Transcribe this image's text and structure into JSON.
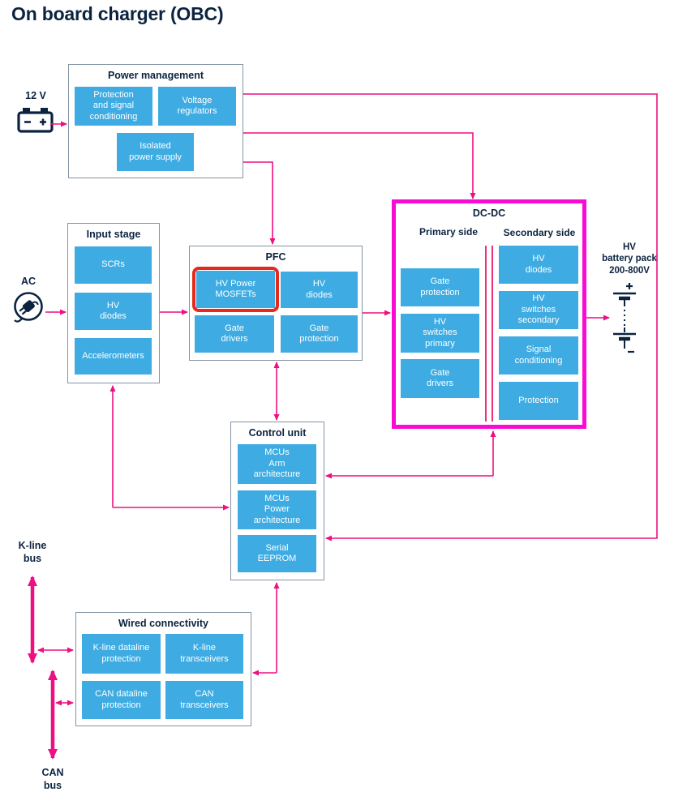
{
  "title": "On board charger (OBC)",
  "labels": {
    "dc12v": "12 V",
    "ac": "AC",
    "hv_battery": "HV\nbattery pack\n200-800V",
    "kline_bus": "K-line\nbus",
    "can_bus": "CAN\nbus"
  },
  "colors": {
    "accent_blue": "#3EACE2",
    "navy_text": "#0C2340",
    "wire_pink": "#EE0F82",
    "dcdc_highlight_magenta": "#FA0BD4",
    "mosfet_highlight_red": "#E5291D",
    "box_border_gray": "#8494A4"
  },
  "icons": {
    "left_top": "battery-12v-icon",
    "left_mid": "ac-plug-icon",
    "right": "hv-battery-pack-icon"
  },
  "groups": {
    "power_management": {
      "title": "Power management",
      "blocks": [
        "Protection\nand signal\nconditioning",
        "Voltage\nregulators",
        "Isolated\npower supply"
      ]
    },
    "input_stage": {
      "title": "Input stage",
      "blocks": [
        "SCRs",
        "HV\ndiodes",
        "Accelerometers"
      ]
    },
    "pfc": {
      "title": "PFC",
      "blocks": [
        "HV Power\nMOSFETs",
        "HV\ndiodes",
        "Gate\ndrivers",
        "Gate\nprotection"
      ],
      "highlighted_block": "HV Power MOSFETs"
    },
    "dcdc": {
      "title": "DC-DC",
      "primary_label": "Primary side",
      "secondary_label": "Secondary side",
      "primary_blocks": [
        "Gate\nprotection",
        "HV\nswitches\nprimary",
        "Gate\ndrivers"
      ],
      "secondary_blocks": [
        "HV\ndiodes",
        "HV\nswitches\nsecondary",
        "Signal\nconditioning",
        "Protection"
      ]
    },
    "control_unit": {
      "title": "Control unit",
      "blocks": [
        "MCUs\nArm\narchitecture",
        "MCUs\nPower\narchitecture",
        "Serial\nEEPROM"
      ]
    },
    "wired_connectivity": {
      "title": "Wired connectivity",
      "blocks": [
        "K-line dataline\nprotection",
        "K-line\ntransceivers",
        "CAN dataline\nprotection",
        "CAN\ntransceivers"
      ]
    }
  }
}
